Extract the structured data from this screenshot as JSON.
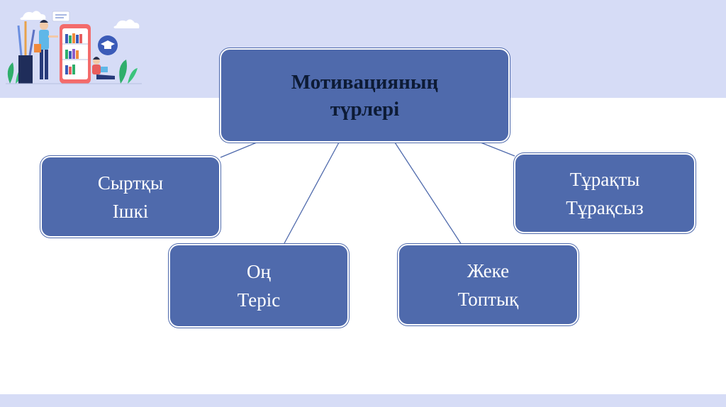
{
  "diagram": {
    "center": {
      "lines": [
        "Мотивацияның",
        "түрлері"
      ]
    },
    "nodes": {
      "external_internal": {
        "lines": [
          "Сыртқы",
          "Ішкі"
        ]
      },
      "positive_negative": {
        "lines": [
          "Оң",
          "Теріс"
        ]
      },
      "individual_group": {
        "lines": [
          "Жеке",
          "Топтық"
        ]
      },
      "stable_unstable": {
        "lines": [
          "Тұрақты",
          "Тұрақсыз"
        ]
      }
    }
  },
  "colors": {
    "box_fill": "#4f6aac",
    "band": "#d6dcf6",
    "center_text": "#0d1b35",
    "node_text": "#ffffff",
    "connector": "#4f6aac"
  },
  "icons": {
    "header_illustration": "students-with-books-and-phone-illustration"
  }
}
